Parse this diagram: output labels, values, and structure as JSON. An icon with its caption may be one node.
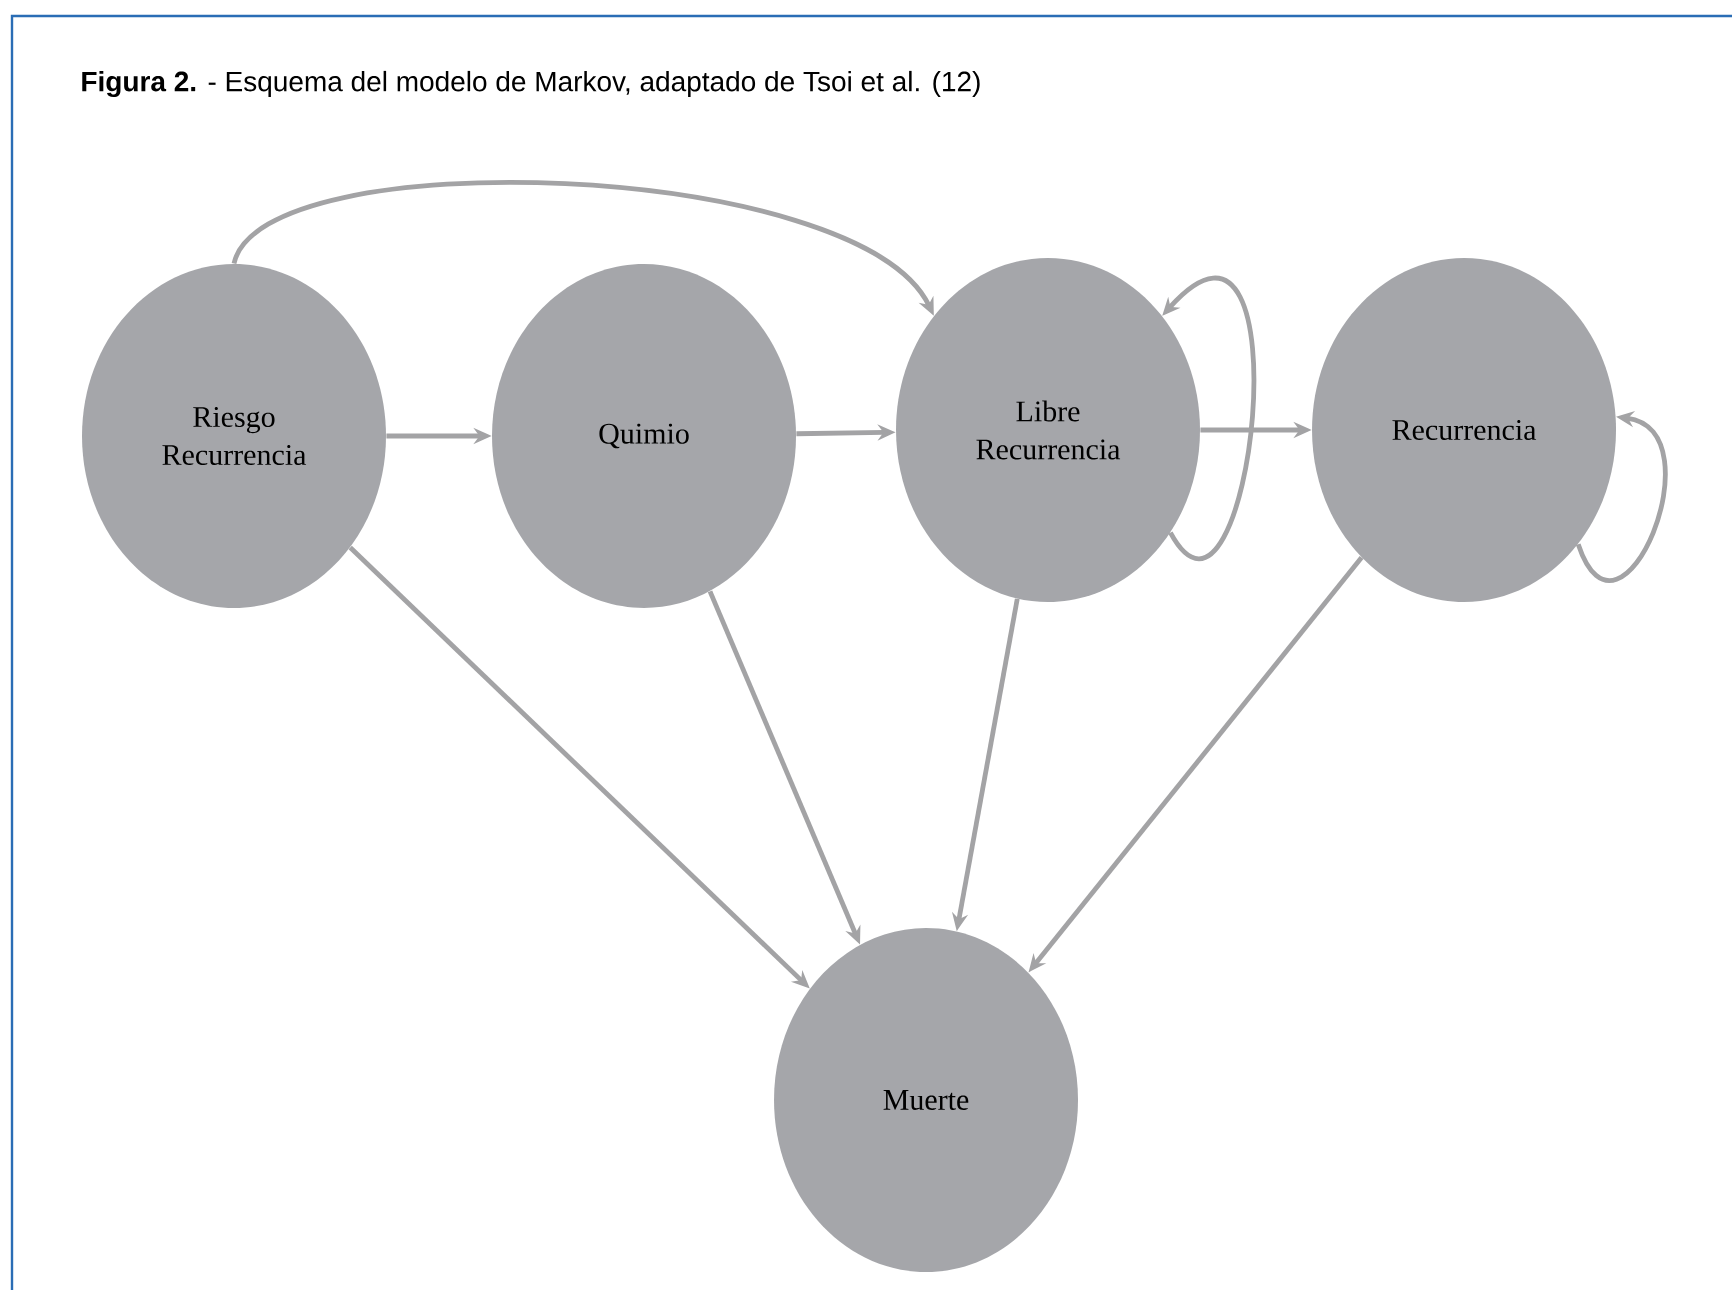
{
  "diagram": {
    "title": "**Figura 2.** - Esquema del modelo de Markov, adaptado de Tsoi et al. (12)",
    "nodes": [
      {
        "text": [
          "Riesgo Recurrencia"
        ]
      },
      {
        "text": [
          "Quimio"
        ]
      },
      {
        "text": [
          "Libre Recurrencia"
        ]
      },
      {
        "text": [
          "Recurrencia"
        ]
      },
      {
        "text": [
          "Muerte"
        ]
      }
    ],
    "edges": [
      {
        "from": 0,
        "to": 1,
        "arrow": "to"
      },
      {
        "from": 1,
        "to": 2,
        "arrow": "to"
      },
      {
        "from": 2,
        "to": 3,
        "arrow": "to"
      },
      {
        "from": 0,
        "to": 2,
        "arrow": "to"
      },
      {
        "from": 2,
        "to": 2,
        "arrow": "to"
      },
      {
        "from": 3,
        "to": 3,
        "arrow": "to"
      },
      {
        "from": 0,
        "to": 4,
        "arrow": "to"
      },
      {
        "from": 1,
        "to": 4,
        "arrow": "to"
      },
      {
        "from": 2,
        "to": 4,
        "arrow": "to"
      },
      {
        "from": 3,
        "to": 4,
        "arrow": "to"
      }
    ]
  }
}
